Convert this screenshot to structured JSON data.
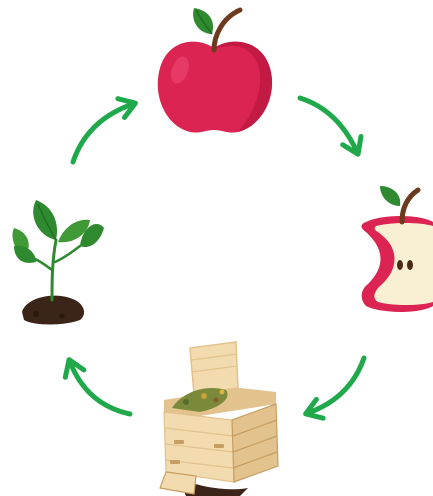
{
  "diagram": {
    "kind": "cycle",
    "direction": "clockwise",
    "stages": [
      {
        "id": "apple",
        "icon": "apple-icon"
      },
      {
        "id": "apple-core",
        "icon": "apple-core-icon"
      },
      {
        "id": "compost-bin",
        "icon": "compost-bin-icon"
      },
      {
        "id": "seedling",
        "icon": "seedling-icon"
      }
    ],
    "arrow_color": "#1fa94b"
  },
  "colors": {
    "apple_red": "#dc2453",
    "apple_shadow": "#b8173f",
    "apple_highlight": "#ef4b76",
    "stem_brown": "#6b3a1f",
    "leaf_green": "#2f8a2f",
    "leaf_dark": "#1e6b22",
    "core_flesh": "#f9efd2",
    "seed": "#4a2a14",
    "wood_light": "#f3dbb0",
    "wood_mid": "#e2c28d",
    "wood_dark": "#c79e62",
    "soil": "#3b2418",
    "compost_green": "#7a8a3a"
  }
}
